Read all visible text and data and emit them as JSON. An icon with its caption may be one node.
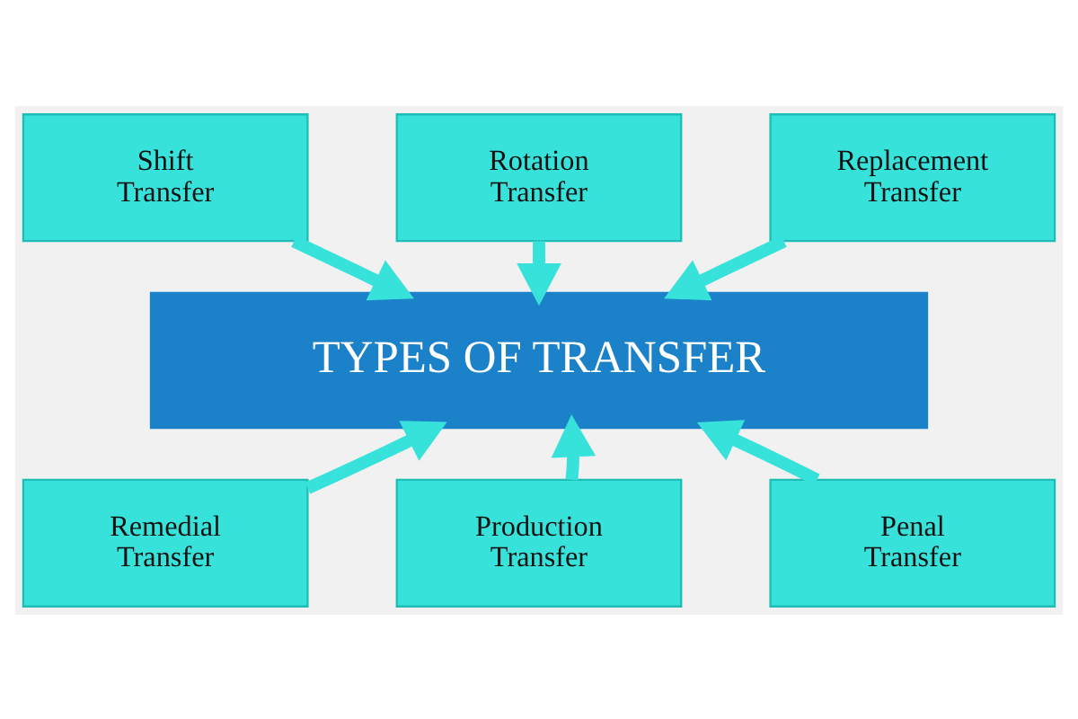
{
  "diagram": {
    "nodes": [
      {
        "text": [
          "Shift Transfer"
        ]
      },
      {
        "text": [
          "Rotation Transfer"
        ]
      },
      {
        "text": [
          "Replacement Transfer"
        ]
      },
      {
        "text": [
          "TYPES OF TRANSFER"
        ]
      },
      {
        "text": [
          "Remedial Transfer"
        ]
      },
      {
        "text": [
          "Production Transfer"
        ]
      },
      {
        "text": [
          "Penal Transfer"
        ]
      }
    ],
    "edges": [
      {
        "from": 0,
        "to": 3,
        "arrow": "to"
      },
      {
        "from": 1,
        "to": 3,
        "arrow": "to"
      },
      {
        "from": 2,
        "to": 3,
        "arrow": "to"
      },
      {
        "from": 4,
        "to": 3,
        "arrow": "to"
      },
      {
        "from": 5,
        "to": 3,
        "arrow": "to"
      },
      {
        "from": 6,
        "to": 3,
        "arrow": "to"
      }
    ]
  }
}
